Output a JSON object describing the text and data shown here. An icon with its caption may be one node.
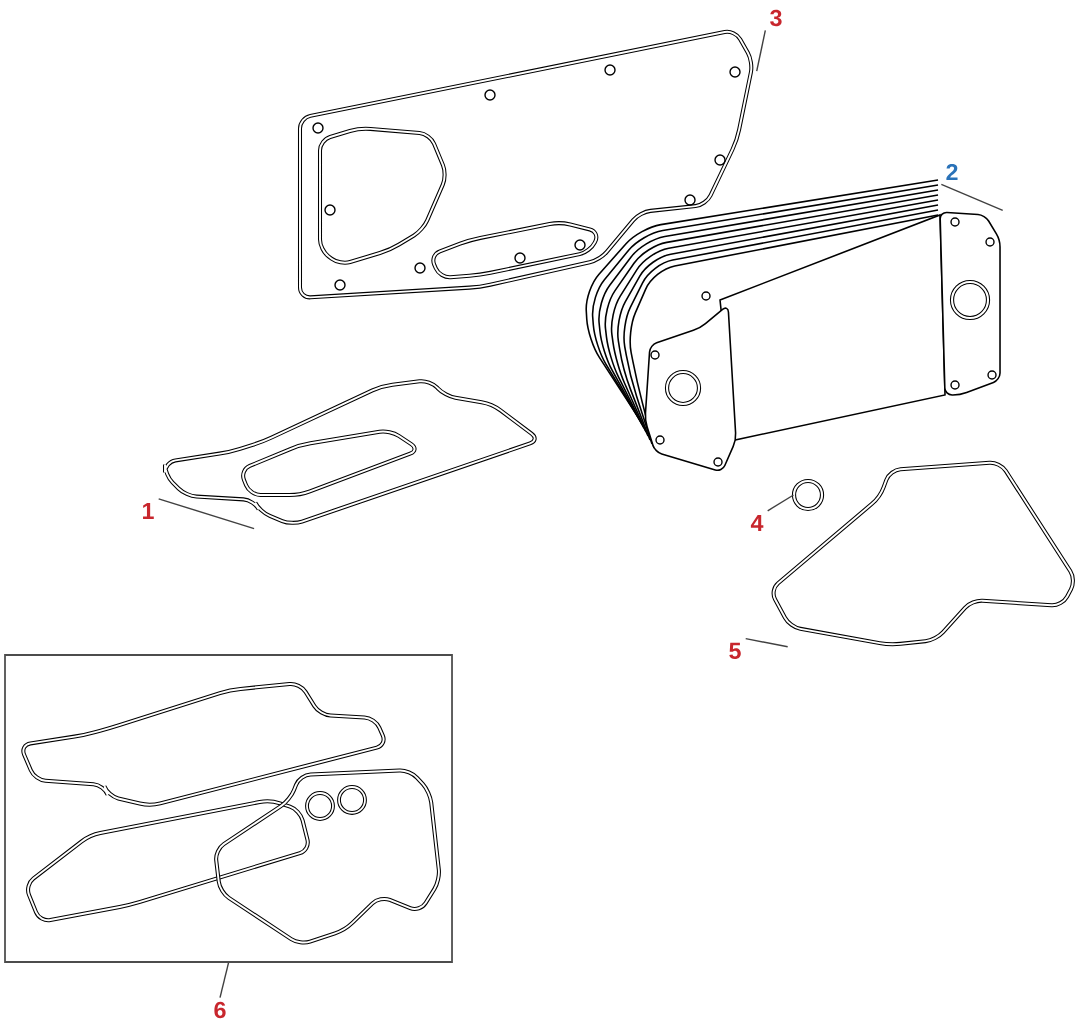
{
  "diagram": {
    "nodes": [
      {
        "text": [
          "3"
        ]
      },
      {
        "text": [
          "2"
        ]
      },
      {
        "text": [
          "1"
        ]
      },
      {
        "text": [
          "4"
        ]
      },
      {
        "text": [
          "5"
        ]
      },
      {
        "text": [
          "6"
        ]
      },
      {
        "text": [],
        "shape": "picture"
      },
      {
        "text": [],
        "shape": "picture"
      },
      {
        "text": [],
        "shape": "picture"
      },
      {
        "text": [],
        "shape": "circle"
      },
      {
        "text": [],
        "shape": "picture"
      },
      {
        "text": [],
        "shape": "box"
      }
    ],
    "edges": [
      {
        "from": 0,
        "to": 6,
        "arrow": "none"
      },
      {
        "from": 1,
        "to": 7,
        "arrow": "none"
      },
      {
        "from": 2,
        "to": 8,
        "arrow": "none"
      },
      {
        "from": 3,
        "to": 9,
        "arrow": "none"
      },
      {
        "from": 4,
        "to": 10,
        "arrow": "none"
      },
      {
        "from": 5,
        "to": 11,
        "arrow": "none"
      }
    ]
  }
}
